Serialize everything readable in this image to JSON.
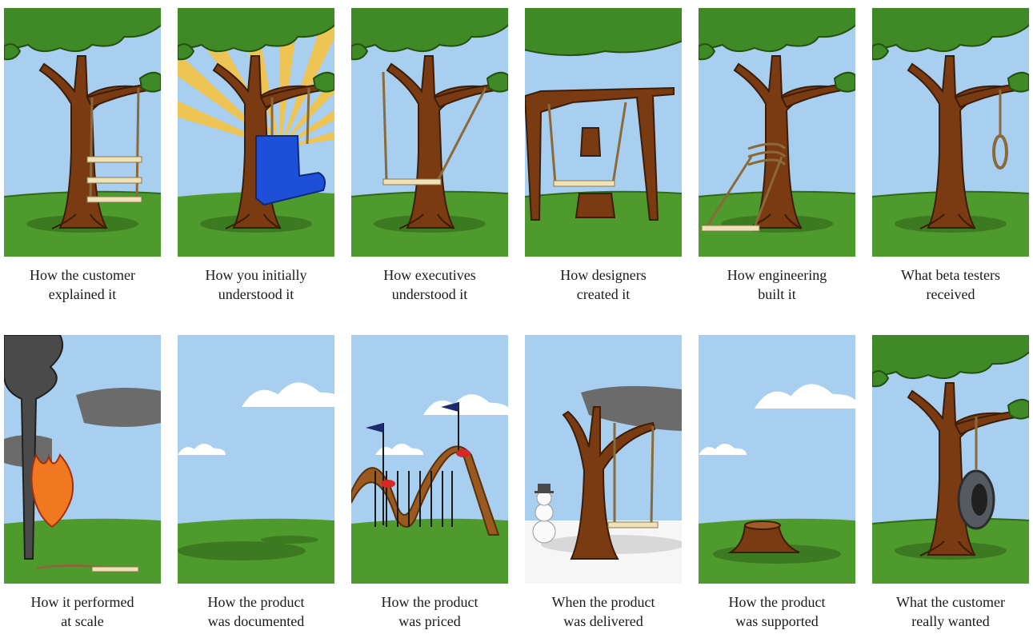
{
  "panels": [
    {
      "id": "customer-explained",
      "caption": [
        "How the customer",
        "explained it"
      ],
      "scene": "ladder-swing"
    },
    {
      "id": "initially-understood",
      "caption": [
        "How you initially",
        "understood it"
      ],
      "scene": "armchair-swing"
    },
    {
      "id": "executives-understood",
      "caption": [
        "How executives",
        "understood it"
      ],
      "scene": "plank-swing"
    },
    {
      "id": "designers-created",
      "caption": [
        "How designers",
        "created it"
      ],
      "scene": "split-trunk-swing"
    },
    {
      "id": "engineering-built",
      "caption": [
        "How engineering",
        "built it"
      ],
      "scene": "tied-trunk-swing"
    },
    {
      "id": "beta-testers-received",
      "caption": [
        "What beta testers",
        "received"
      ],
      "scene": "noose"
    },
    {
      "id": "performed-at-scale",
      "caption": [
        "How it performed",
        "at scale"
      ],
      "scene": "burning-tree"
    },
    {
      "id": "product-documented",
      "caption": [
        "How the product",
        "was documented"
      ],
      "scene": "empty-field"
    },
    {
      "id": "product-priced",
      "caption": [
        "How the product",
        "was priced"
      ],
      "scene": "roller-coaster"
    },
    {
      "id": "product-delivered",
      "caption": [
        "When the product",
        "was delivered"
      ],
      "scene": "winter-swing"
    },
    {
      "id": "product-supported",
      "caption": [
        "How the product",
        "was supported"
      ],
      "scene": "stump"
    },
    {
      "id": "customer-wanted",
      "caption": [
        "What the customer",
        "really wanted"
      ],
      "scene": "tire-swing"
    }
  ],
  "colors": {
    "sky": "#a8cff0",
    "grass": "#4f9a2c",
    "shadow": "#3b7a21",
    "trunk": "#7a3a12",
    "leaves": "#3f8a26",
    "rope": "#8a6a3a",
    "seat": "#efe2b8",
    "cloud": "#ffffff",
    "smoke": "#6b6b6b",
    "fire": "#f07820",
    "chair": "#1d4fd8",
    "sun": "#f5c242",
    "snow": "#f6f6f6",
    "flag": "#1e2a6b",
    "tire": "#555a60"
  }
}
